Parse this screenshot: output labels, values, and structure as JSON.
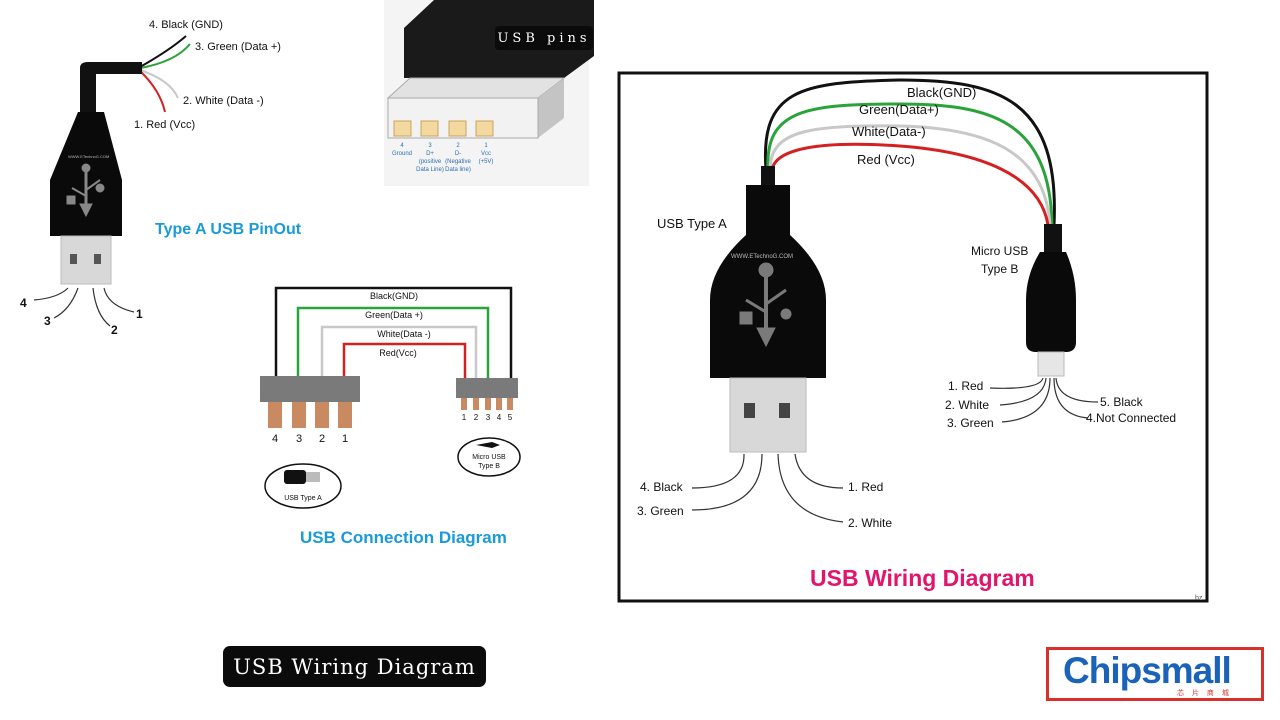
{
  "left_pinout": {
    "title": "Type A USB PinOut",
    "wires": [
      "4. Black (GND)",
      "3. Green (Data +)",
      "2. White (Data -)",
      "1. Red (Vcc)"
    ],
    "pins": [
      "4",
      "3",
      "2",
      "1"
    ],
    "brand": "WWW.ETechnoG.COM"
  },
  "pins_image": {
    "tag": "USB pins",
    "pins": [
      {
        "num": "4",
        "desc1": "Ground",
        "desc2": "",
        "desc3": ""
      },
      {
        "num": "3",
        "desc1": "D+",
        "desc2": "(positive",
        "desc3": "Data Line)"
      },
      {
        "num": "2",
        "desc1": "D-",
        "desc2": "(Negative",
        "desc3": "Data line)"
      },
      {
        "num": "1",
        "desc1": "Vcc",
        "desc2": "(+5V)",
        "desc3": ""
      }
    ]
  },
  "connection_diagram": {
    "title": "USB Connection Diagram",
    "wires": [
      "Black(GND)",
      "Green(Data +)",
      "White(Data -)",
      "Red(Vcc)"
    ],
    "type_a_pins": [
      "4",
      "3",
      "2",
      "1"
    ],
    "micro_pins": [
      "1",
      "2",
      "3",
      "4",
      "5"
    ],
    "type_a_label": "USB Type A",
    "micro_label_1": "Micro USB",
    "micro_label_2": "Type B"
  },
  "wiring_diagram": {
    "title": "USB Wiring Diagram",
    "wires": [
      "Black(GND)",
      "Green(Data+)",
      "White(Data-)",
      "Red (Vcc)"
    ],
    "type_a_label": "USB Type A",
    "micro_label_1": "Micro USB",
    "micro_label_2": "Type B",
    "type_a_pins": [
      "4. Black",
      "3. Green",
      "1. Red",
      "2. White"
    ],
    "micro_pins": [
      "1. Red",
      "2. White",
      "3. Green",
      "5. Black",
      "4.Not Connected"
    ],
    "brand": "WWW.ETechnoG.COM",
    "corner_text": "bz"
  },
  "caption": "USB Wiring Diagram",
  "logo": {
    "text": "Chipsmall",
    "sub": "芯 片 商 城"
  },
  "colors": {
    "black": "#111111",
    "green": "#2aa33a",
    "white_wire": "#c8c8c8",
    "red": "#d42020",
    "accent_blue": "#1a9bd7",
    "accent_pink": "#e0156b"
  }
}
